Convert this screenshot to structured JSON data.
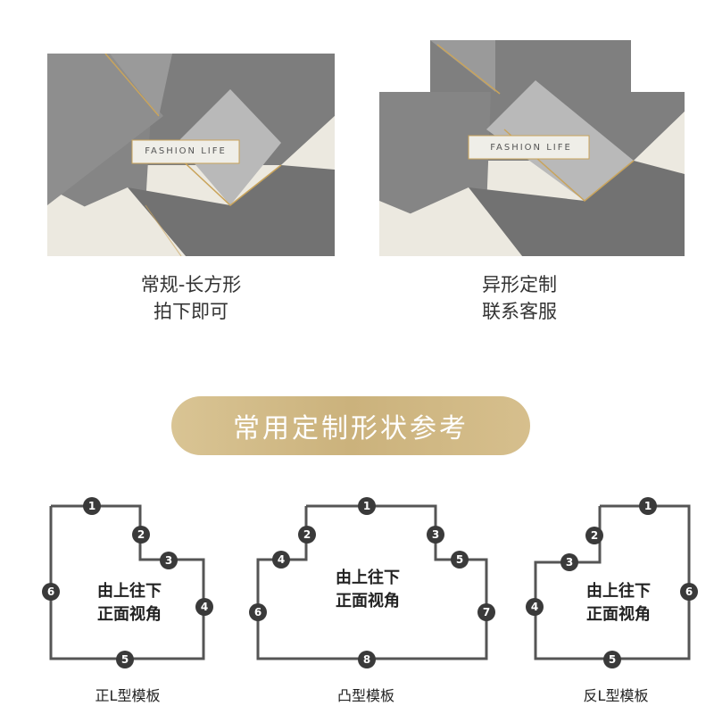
{
  "products": [
    {
      "label": "FASHION LIFE",
      "caption_line1": "常规-长方形",
      "caption_line2": "拍下即可"
    },
    {
      "label": "FASHION LIFE",
      "caption_line1": "异形定制",
      "caption_line2": "联系客服"
    }
  ],
  "banner": {
    "title": "常用定制形状参考"
  },
  "shapes": [
    {
      "name": "正L型模板",
      "text_line1": "由上往下",
      "text_line2": "正面视角",
      "markers": [
        "1",
        "2",
        "3",
        "4",
        "5",
        "6"
      ]
    },
    {
      "name": "凸型模板",
      "text_line1": "由上往下",
      "text_line2": "正面视角",
      "markers": [
        "1",
        "2",
        "3",
        "4",
        "5",
        "6",
        "7",
        "8"
      ]
    },
    {
      "name": "反L型模板",
      "text_line1": "由上往下",
      "text_line2": "正面视角",
      "markers": [
        "1",
        "2",
        "3",
        "4",
        "5",
        "6"
      ]
    }
  ],
  "colors": {
    "banner_gold": "#cbb27c",
    "rug_dark": "#6e6e6e",
    "rug_mid": "#8a8a8a",
    "rug_light": "#c4c4c4",
    "rug_cream": "#ece9e0",
    "gold_line": "#c9a45c",
    "outline": "#555555",
    "marker": "#3a3a3a"
  }
}
